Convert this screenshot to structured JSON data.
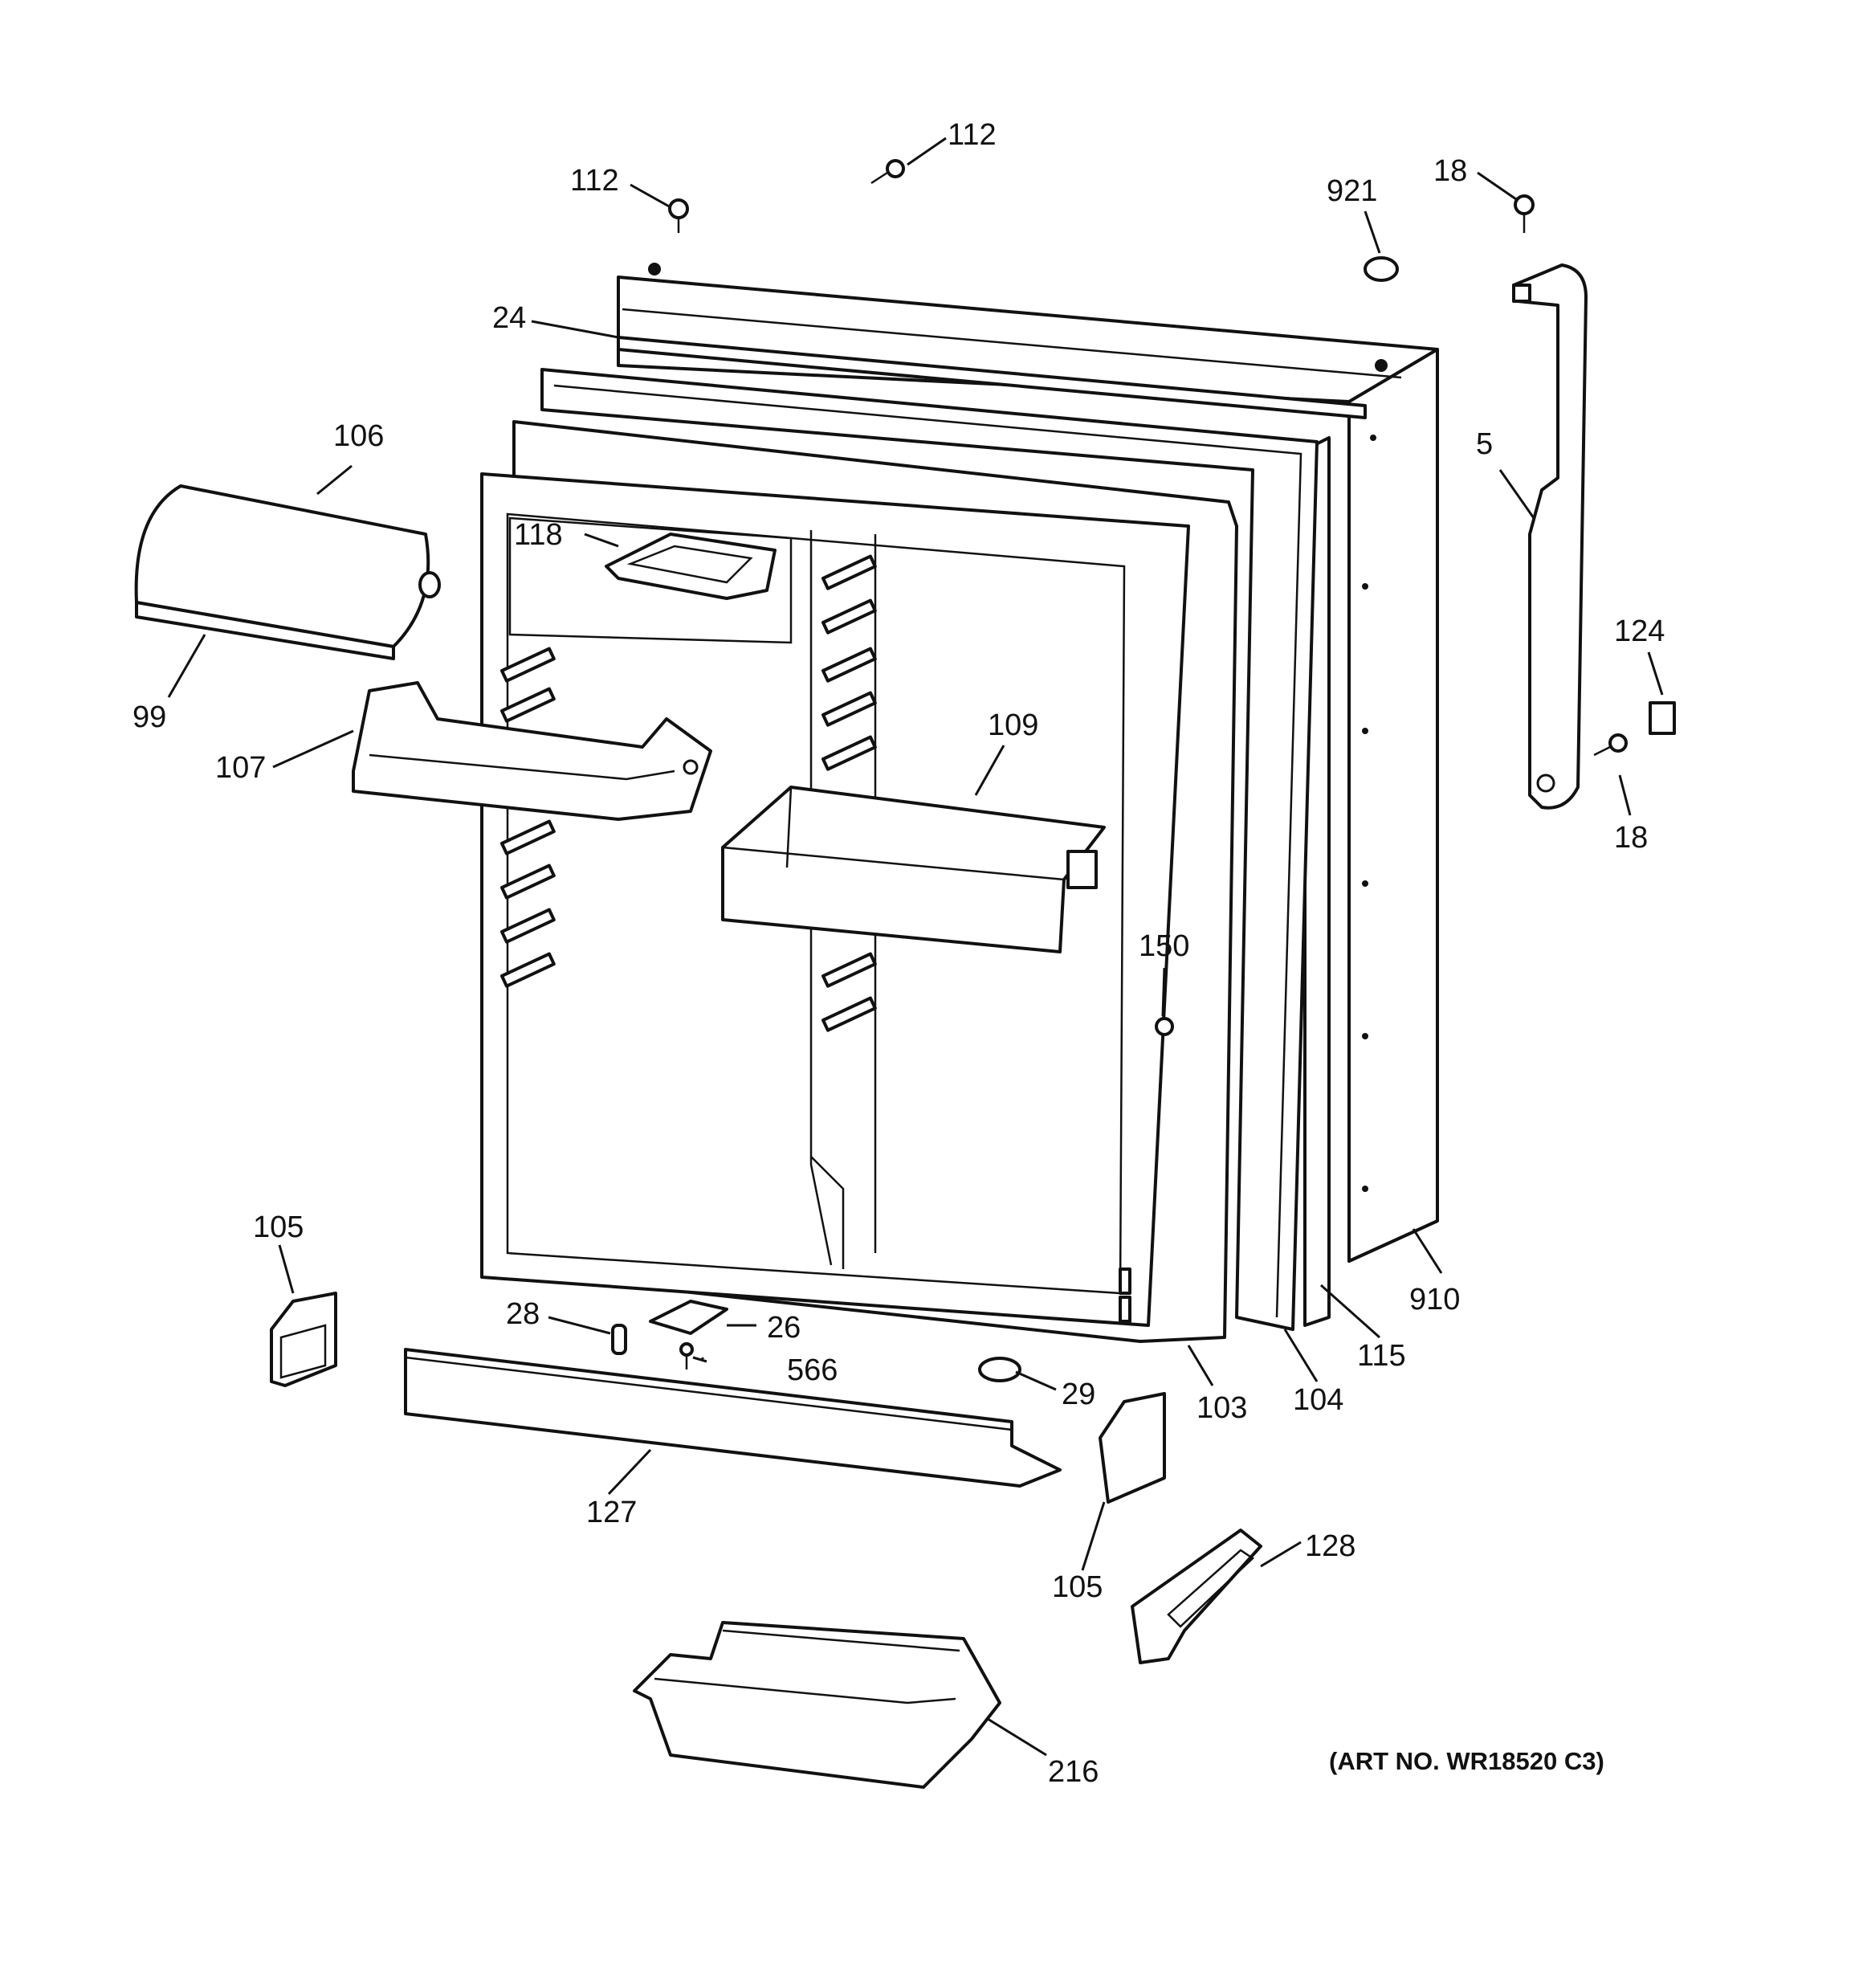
{
  "callouts": {
    "c112a": "112",
    "c112b": "112",
    "c18a": "18",
    "c921": "921",
    "c24": "24",
    "c106": "106",
    "c5": "5",
    "c118": "118",
    "c99": "99",
    "c124": "124",
    "c109": "109",
    "c107": "107",
    "c18b": "18",
    "c150": "150",
    "c105a": "105",
    "c910": "910",
    "c28": "28",
    "c26": "26",
    "c115": "115",
    "c566": "566",
    "c104": "104",
    "c29": "29",
    "c103": "103",
    "c127": "127",
    "c105b": "105",
    "c128": "128",
    "c216": "216"
  },
  "art_number": "(ART NO. WR18520 C3)"
}
